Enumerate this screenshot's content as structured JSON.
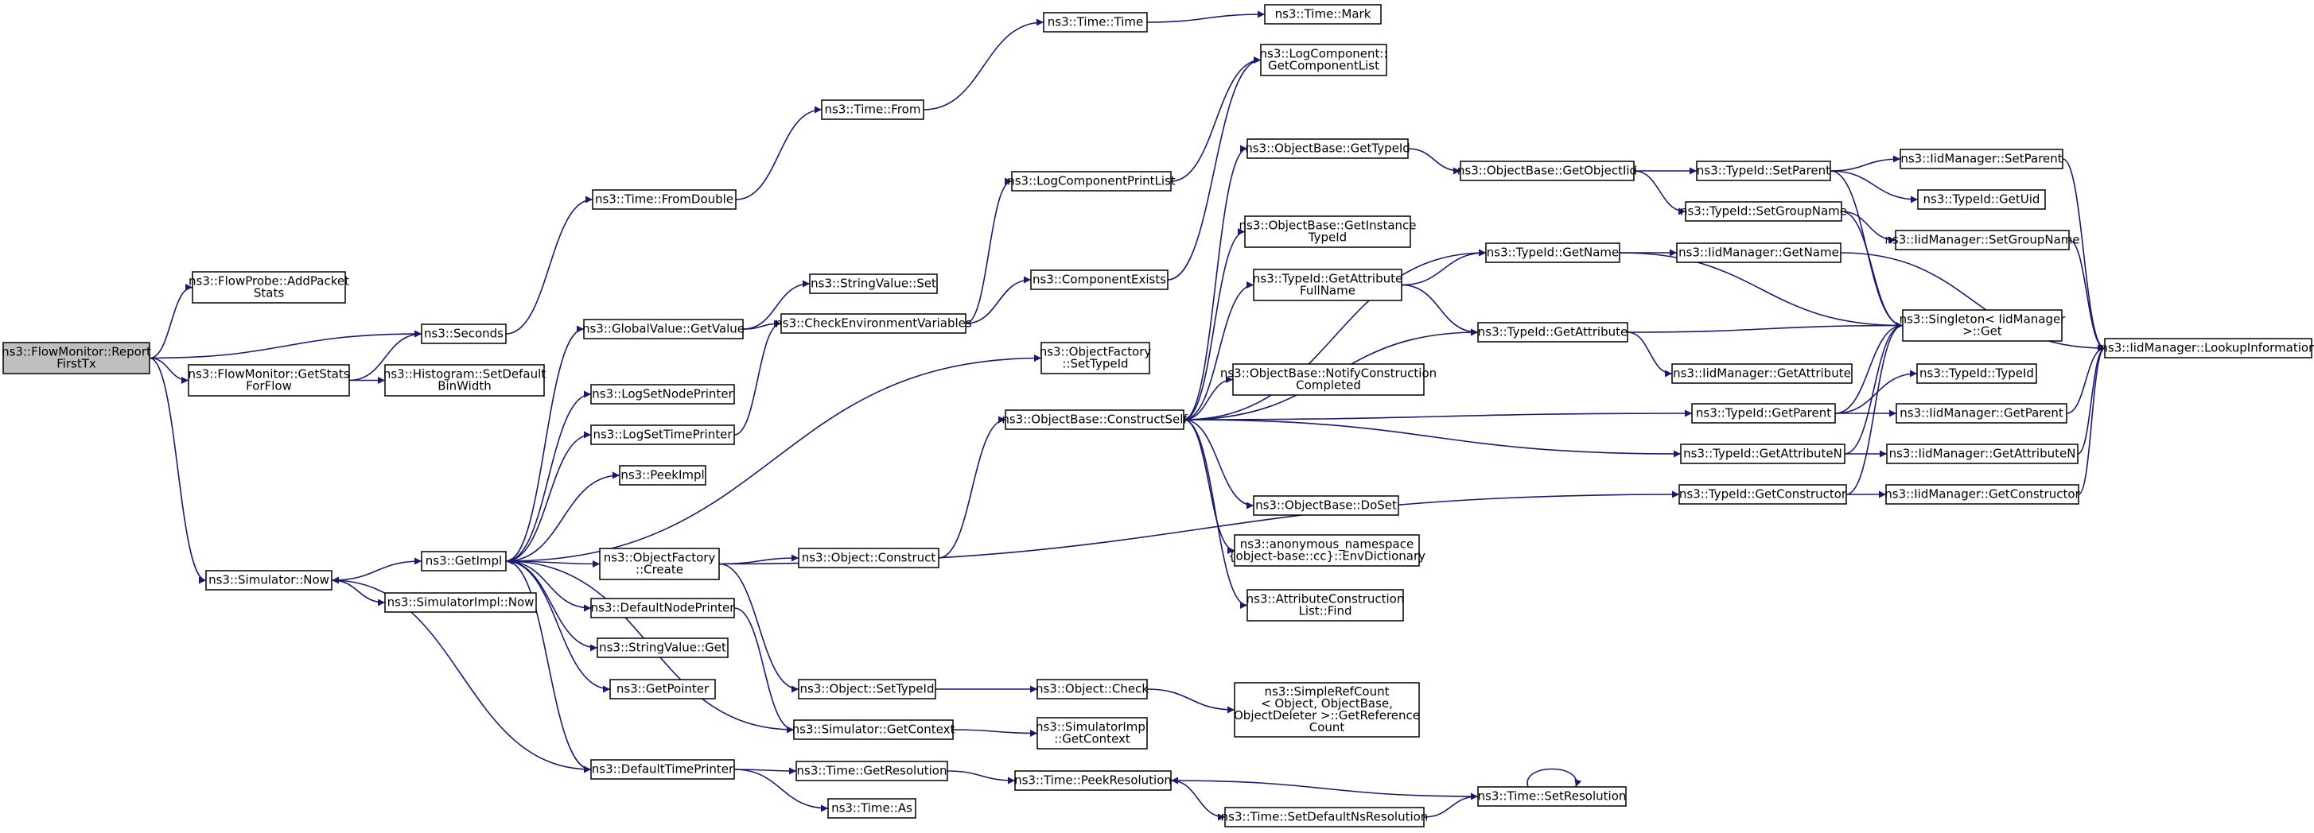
{
  "diagram": {
    "type": "call-graph",
    "colors": {
      "edge": "#191970",
      "node_fill": "#ffffff",
      "root_fill": "#bfbfbf",
      "border": "#000000"
    },
    "nodes": [
      {
        "id": "report",
        "lines": [
          "ns3::FlowMonitor::Report",
          "FirstTx"
        ],
        "root": true
      },
      {
        "id": "addpacket",
        "lines": [
          "ns3::FlowProbe::AddPacket",
          "Stats"
        ]
      },
      {
        "id": "seconds",
        "lines": [
          "ns3::Seconds"
        ]
      },
      {
        "id": "getstats",
        "lines": [
          "ns3::FlowMonitor::GetStats",
          "ForFlow"
        ]
      },
      {
        "id": "setdefbin",
        "lines": [
          "ns3::Histogram::SetDefault",
          "BinWidth"
        ]
      },
      {
        "id": "simnow",
        "lines": [
          "ns3::Simulator::Now"
        ]
      },
      {
        "id": "getimpl",
        "lines": [
          "ns3::GetImpl"
        ]
      },
      {
        "id": "simimplnow",
        "lines": [
          "ns3::SimulatorImpl::Now"
        ]
      },
      {
        "id": "fromdouble",
        "lines": [
          "ns3::Time::FromDouble"
        ]
      },
      {
        "id": "timefrom",
        "lines": [
          "ns3::Time::From"
        ]
      },
      {
        "id": "timetime",
        "lines": [
          "ns3::Time::Time"
        ]
      },
      {
        "id": "timemark",
        "lines": [
          "ns3::Time::Mark"
        ]
      },
      {
        "id": "gvgetvalue",
        "lines": [
          "ns3::GlobalValue::GetValue"
        ]
      },
      {
        "id": "strvalset",
        "lines": [
          "ns3::StringValue::Set"
        ]
      },
      {
        "id": "checkenv",
        "lines": [
          "ns3::CheckEnvironmentVariables"
        ]
      },
      {
        "id": "logcompprint",
        "lines": [
          "ns3::LogComponentPrintList"
        ]
      },
      {
        "id": "getcomplist",
        "lines": [
          "ns3::LogComponent::",
          "GetComponentList"
        ]
      },
      {
        "id": "compexists",
        "lines": [
          "ns3::ComponentExists"
        ]
      },
      {
        "id": "logsetnode",
        "lines": [
          "ns3::LogSetNodePrinter"
        ]
      },
      {
        "id": "logsettime",
        "lines": [
          "ns3::LogSetTimePrinter"
        ]
      },
      {
        "id": "peekimpl",
        "lines": [
          "ns3::PeekImpl"
        ]
      },
      {
        "id": "objfcreate",
        "lines": [
          "ns3::ObjectFactory",
          "::Create"
        ]
      },
      {
        "id": "defnodeprinter",
        "lines": [
          "ns3::DefaultNodePrinter"
        ]
      },
      {
        "id": "strvalget",
        "lines": [
          "ns3::StringValue::Get"
        ]
      },
      {
        "id": "getpointer",
        "lines": [
          "ns3::GetPointer"
        ]
      },
      {
        "id": "deftimeprinter",
        "lines": [
          "ns3::DefaultTimePrinter"
        ]
      },
      {
        "id": "objfsettypeid",
        "lines": [
          "ns3::ObjectFactory",
          "::SetTypeId"
        ]
      },
      {
        "id": "construct",
        "lines": [
          "ns3::Object::Construct"
        ]
      },
      {
        "id": "constructself",
        "lines": [
          "ns3::ObjectBase::ConstructSelf"
        ]
      },
      {
        "id": "objsettypeid",
        "lines": [
          "ns3::Object::SetTypeId"
        ]
      },
      {
        "id": "objcheck",
        "lines": [
          "ns3::Object::Check"
        ]
      },
      {
        "id": "simgetctx",
        "lines": [
          "ns3::Simulator::GetContext"
        ]
      },
      {
        "id": "simimplgetctx",
        "lines": [
          "ns3::SimulatorImpl",
          "::GetContext"
        ]
      },
      {
        "id": "getresolution",
        "lines": [
          "ns3::Time::GetResolution"
        ]
      },
      {
        "id": "timeas",
        "lines": [
          "ns3::Time::As"
        ]
      },
      {
        "id": "peekres",
        "lines": [
          "ns3::Time::PeekResolution"
        ]
      },
      {
        "id": "setdefns",
        "lines": [
          "ns3::Time::SetDefaultNsResolution"
        ]
      },
      {
        "id": "setres",
        "lines": [
          "ns3::Time::SetResolution"
        ]
      },
      {
        "id": "obgettypeid",
        "lines": [
          "ns3::ObjectBase::GetTypeId"
        ]
      },
      {
        "id": "obgetobjtid",
        "lines": [
          "ns3::ObjectBase::GetObjectIid"
        ]
      },
      {
        "id": "obgetinst",
        "lines": [
          "ns3::ObjectBase::GetInstance",
          "TypeId"
        ]
      },
      {
        "id": "tidgetattrfull",
        "lines": [
          "ns3::TypeId::GetAttribute",
          "FullName"
        ]
      },
      {
        "id": "obnotify",
        "lines": [
          "ns3::ObjectBase::NotifyConstruction",
          "Completed"
        ]
      },
      {
        "id": "obdoset",
        "lines": [
          "ns3::ObjectBase::DoSet"
        ]
      },
      {
        "id": "envdict",
        "lines": [
          "ns3::anonymous_namespace",
          "{object-base::cc}::EnvDictionary"
        ]
      },
      {
        "id": "attrfind",
        "lines": [
          "ns3::AttributeConstruction",
          "List::Find"
        ]
      },
      {
        "id": "simplerefcount",
        "lines": [
          "ns3::SimpleRefCount",
          "< Object, ObjectBase,",
          "ObjectDeleter >::GetReference",
          "Count"
        ]
      },
      {
        "id": "tidsetparent",
        "lines": [
          "ns3::TypeId::SetParent"
        ]
      },
      {
        "id": "tidsetgroup",
        "lines": [
          "ns3::TypeId::SetGroupName"
        ]
      },
      {
        "id": "tidgetname",
        "lines": [
          "ns3::TypeId::GetName"
        ]
      },
      {
        "id": "tidgetattr",
        "lines": [
          "ns3::TypeId::GetAttribute"
        ]
      },
      {
        "id": "tidgetparent",
        "lines": [
          "ns3::TypeId::GetParent"
        ]
      },
      {
        "id": "tidgetattrn",
        "lines": [
          "ns3::TypeId::GetAttributeN"
        ]
      },
      {
        "id": "tidgetctor",
        "lines": [
          "ns3::TypeId::GetConstructor"
        ]
      },
      {
        "id": "iidsetparent",
        "lines": [
          "ns3::IidManager::SetParent"
        ]
      },
      {
        "id": "tidgetuid",
        "lines": [
          "ns3::TypeId::GetUid"
        ]
      },
      {
        "id": "iidsetgroup",
        "lines": [
          "ns3::IidManager::SetGroupName"
        ]
      },
      {
        "id": "iidgetname",
        "lines": [
          "ns3::IidManager::GetName"
        ]
      },
      {
        "id": "singleton",
        "lines": [
          "ns3::Singleton< IidManager",
          ">::Get"
        ]
      },
      {
        "id": "iidgetattr",
        "lines": [
          "ns3::IidManager::GetAttribute"
        ]
      },
      {
        "id": "tidtypeid",
        "lines": [
          "ns3::TypeId::TypeId"
        ]
      },
      {
        "id": "iidgetparent",
        "lines": [
          "ns3::IidManager::GetParent"
        ]
      },
      {
        "id": "iidgetattrn",
        "lines": [
          "ns3::IidManager::GetAttributeN"
        ]
      },
      {
        "id": "iidgetctor",
        "lines": [
          "ns3::IidManager::GetConstructor"
        ]
      },
      {
        "id": "iidlookup",
        "lines": [
          "ns3::IidManager::LookupInformation"
        ]
      }
    ],
    "edges": [
      [
        "report",
        "addpacket"
      ],
      [
        "report",
        "seconds"
      ],
      [
        "report",
        "getstats"
      ],
      [
        "report",
        "simnow"
      ],
      [
        "getstats",
        "seconds"
      ],
      [
        "getstats",
        "setdefbin"
      ],
      [
        "seconds",
        "fromdouble"
      ],
      [
        "fromdouble",
        "timefrom"
      ],
      [
        "timefrom",
        "timetime"
      ],
      [
        "timetime",
        "timemark"
      ],
      [
        "simnow",
        "getimpl"
      ],
      [
        "simnow",
        "simimplnow"
      ],
      [
        "getimpl",
        "gvgetvalue"
      ],
      [
        "getimpl",
        "logsetnode"
      ],
      [
        "getimpl",
        "logsettime"
      ],
      [
        "getimpl",
        "peekimpl"
      ],
      [
        "getimpl",
        "objfcreate"
      ],
      [
        "getimpl",
        "defnodeprinter"
      ],
      [
        "getimpl",
        "strvalget"
      ],
      [
        "getimpl",
        "getpointer"
      ],
      [
        "getimpl",
        "deftimeprinter"
      ],
      [
        "getimpl",
        "objfsettypeid"
      ],
      [
        "gvgetvalue",
        "strvalset"
      ],
      [
        "gvgetvalue",
        "checkenv"
      ],
      [
        "logsettime",
        "checkenv"
      ],
      [
        "checkenv",
        "logcompprint"
      ],
      [
        "checkenv",
        "compexists"
      ],
      [
        "logcompprint",
        "getcomplist"
      ],
      [
        "compexists",
        "getcomplist"
      ],
      [
        "objfcreate",
        "construct"
      ],
      [
        "objfcreate",
        "objsettypeid"
      ],
      [
        "objfcreate",
        "tidgetctor"
      ],
      [
        "construct",
        "constructself"
      ],
      [
        "objsettypeid",
        "objcheck"
      ],
      [
        "objcheck",
        "simplerefcount"
      ],
      [
        "defnodeprinter",
        "simgetctx"
      ],
      [
        "simgetctx",
        "getimpl"
      ],
      [
        "simgetctx",
        "simimplgetctx"
      ],
      [
        "deftimeprinter",
        "simnow"
      ],
      [
        "deftimeprinter",
        "getresolution"
      ],
      [
        "deftimeprinter",
        "timeas"
      ],
      [
        "getresolution",
        "peekres"
      ],
      [
        "peekres",
        "setdefns"
      ],
      [
        "setdefns",
        "setres"
      ],
      [
        "setres",
        "peekres"
      ],
      [
        "setres",
        "setres"
      ],
      [
        "constructself",
        "obgettypeid"
      ],
      [
        "constructself",
        "obgetinst"
      ],
      [
        "constructself",
        "tidgetattrfull"
      ],
      [
        "constructself",
        "obnotify"
      ],
      [
        "constructself",
        "obdoset"
      ],
      [
        "constructself",
        "envdict"
      ],
      [
        "constructself",
        "attrfind"
      ],
      [
        "constructself",
        "tidgetname"
      ],
      [
        "constructself",
        "tidgetattr"
      ],
      [
        "constructself",
        "tidgetparent"
      ],
      [
        "constructself",
        "tidgetattrn"
      ],
      [
        "obgettypeid",
        "obgetobjtid"
      ],
      [
        "obgetobjtid",
        "tidsetparent"
      ],
      [
        "obgetobjtid",
        "tidsetgroup"
      ],
      [
        "tidgetattrfull",
        "tidgetname"
      ],
      [
        "tidgetattrfull",
        "tidgetattr"
      ],
      [
        "tidsetparent",
        "iidsetparent"
      ],
      [
        "tidsetparent",
        "tidgetuid"
      ],
      [
        "tidsetparent",
        "singleton"
      ],
      [
        "tidsetgroup",
        "iidsetgroup"
      ],
      [
        "tidsetgroup",
        "singleton"
      ],
      [
        "tidgetname",
        "iidgetname"
      ],
      [
        "tidgetname",
        "singleton"
      ],
      [
        "tidgetattr",
        "iidgetattr"
      ],
      [
        "tidgetattr",
        "singleton"
      ],
      [
        "tidgetparent",
        "tidtypeid"
      ],
      [
        "tidgetparent",
        "iidgetparent"
      ],
      [
        "tidgetparent",
        "singleton"
      ],
      [
        "tidgetattrn",
        "iidgetattrn"
      ],
      [
        "tidgetattrn",
        "singleton"
      ],
      [
        "tidgetctor",
        "iidgetctor"
      ],
      [
        "tidgetctor",
        "singleton"
      ],
      [
        "iidsetparent",
        "iidlookup"
      ],
      [
        "iidsetgroup",
        "iidlookup"
      ],
      [
        "iidgetname",
        "iidlookup"
      ],
      [
        "iidgetparent",
        "iidlookup"
      ],
      [
        "iidgetattrn",
        "iidlookup"
      ],
      [
        "iidgetctor",
        "iidlookup"
      ]
    ]
  }
}
